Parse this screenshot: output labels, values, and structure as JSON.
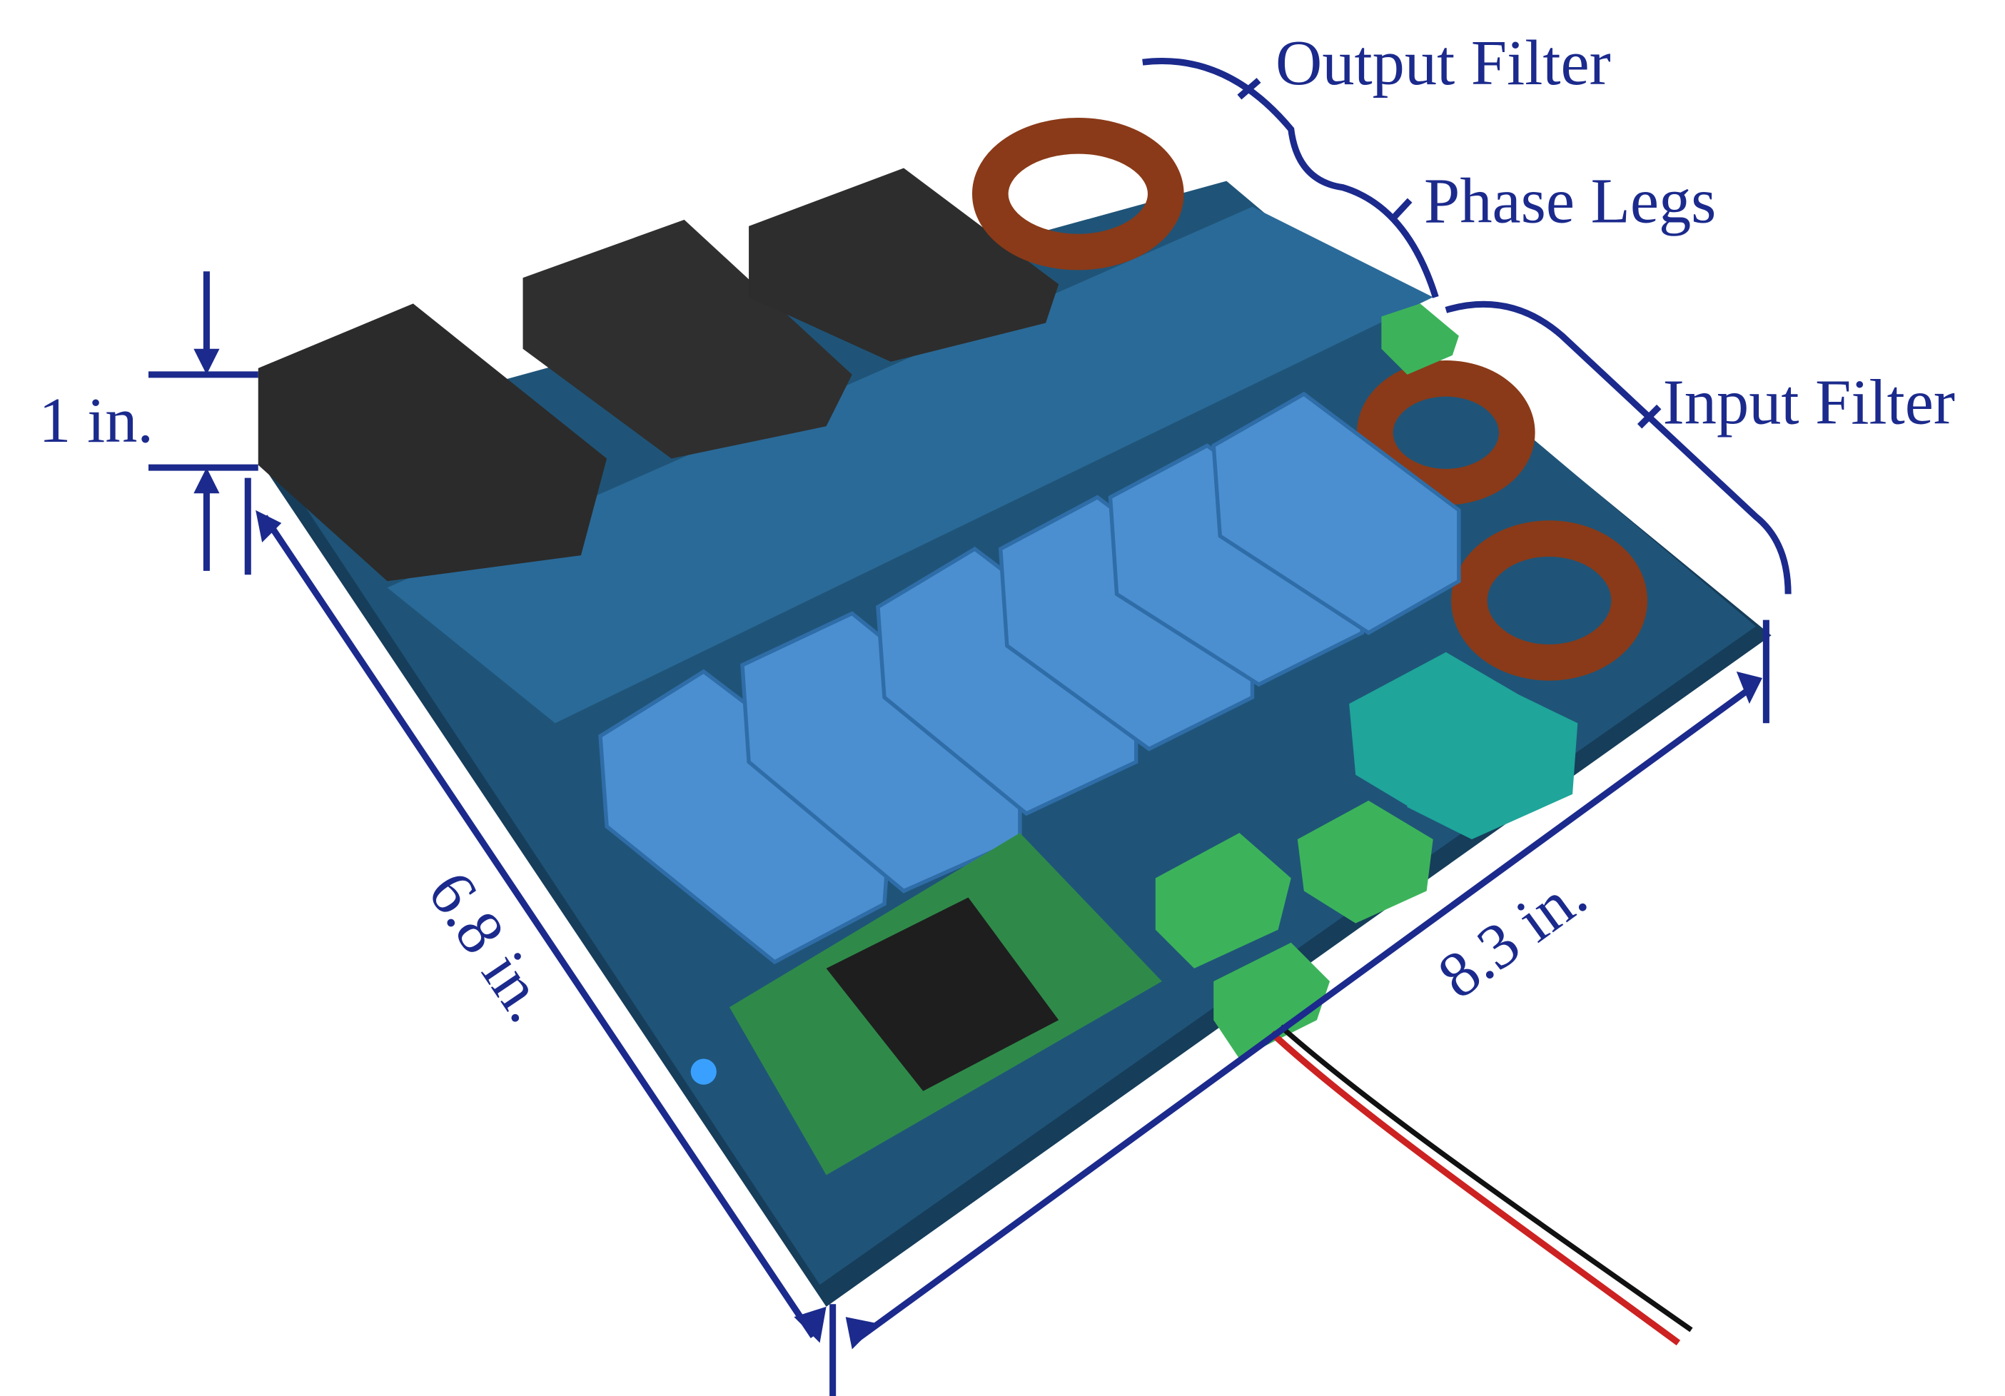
{
  "annotations": {
    "output_filter": "Output Filter",
    "phase_legs": "Phase Legs",
    "input_filter": "Input Filter",
    "height": "1 in.",
    "depth": "6.8 in.",
    "width": "8.3 in."
  },
  "colors": {
    "annotation": "#1b2a8c",
    "board": "#1d4a6b",
    "capacitor": "#4b8fd0",
    "inductor_core": "#2b2b2b",
    "toroid": "#8a3a18",
    "connector": "#3cb35a",
    "film_cap": "#1fa59a"
  }
}
